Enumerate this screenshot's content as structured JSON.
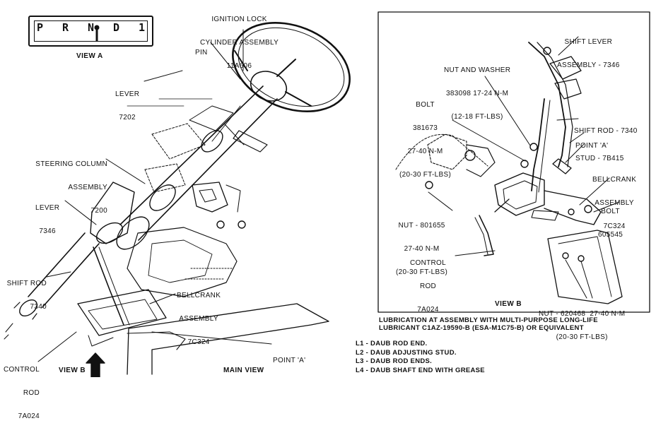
{
  "view_a": {
    "title": "VIEW A",
    "gears": [
      "P",
      "R",
      "N",
      "D",
      "1"
    ]
  },
  "main_view": {
    "title": "MAIN VIEW",
    "view_b_label": "VIEW B",
    "labels": {
      "ignition_lock": [
        "IGNITION LOCK",
        "CYLINDER ASSEMBLY",
        "11A606"
      ],
      "pin": [
        "PIN"
      ],
      "lever_7202": [
        "LEVER",
        "7202"
      ],
      "steering_column": [
        "STEERING COLUMN",
        "ASSEMBLY",
        "7200"
      ],
      "lever_7346": [
        "LEVER",
        "7346"
      ],
      "shift_rod_7340": [
        "SHIFT ROD",
        "7340"
      ],
      "bellcrank": [
        "BELLCRANK",
        "ASSEMBLY",
        "7C324"
      ],
      "point_a": [
        "POINT 'A'"
      ],
      "control_rod": [
        "CONTROL",
        "ROD",
        "7A024"
      ]
    }
  },
  "view_b": {
    "title": "VIEW B",
    "labels": {
      "shift_lever": [
        "SHIFT LEVER",
        "ASSEMBLY - 7346"
      ],
      "nut_washer": [
        "NUT AND WASHER",
        "383098 17-24 N-m",
        "(12-18 FT-LBS)"
      ],
      "bolt_381673": [
        "BOLT",
        "381673",
        "27-40 N-m",
        "(20-30 FT-LBS)"
      ],
      "shift_rod": [
        "SHIFT ROD - 7340"
      ],
      "point_a": [
        "POINT 'A'"
      ],
      "stud": [
        "STUD - 7B415"
      ],
      "bellcrank": [
        "BELLCRANK",
        "ASSEMBLY",
        "7C324"
      ],
      "bolt_605545": [
        "BOLT",
        "605545"
      ],
      "nut_801655": [
        "NUT - 801655",
        "27-40 N-m",
        "(20-30 FT-LBS)"
      ],
      "control_rod": [
        "CONTROL",
        "ROD",
        "7A024"
      ],
      "nut_620468": [
        "NUT - 620468  27-40 N-m",
        "(20-30 FT-LBS)"
      ]
    }
  },
  "lubrication_note": [
    "LUBRICATION AT ASSEMBLY WITH MULTI-PURPOSE LONG-LIFE",
    "LUBRICANT C1AZ-19590-B (ESA-M1C75-B) OR EQUIVALENT"
  ],
  "legend": [
    "L1 - DAUB ROD END.",
    "L2 - DAUB ADJUSTING STUD.",
    "L3 - DAUB ROD ENDS.",
    "L4 - DAUB SHAFT END WITH GREASE"
  ]
}
